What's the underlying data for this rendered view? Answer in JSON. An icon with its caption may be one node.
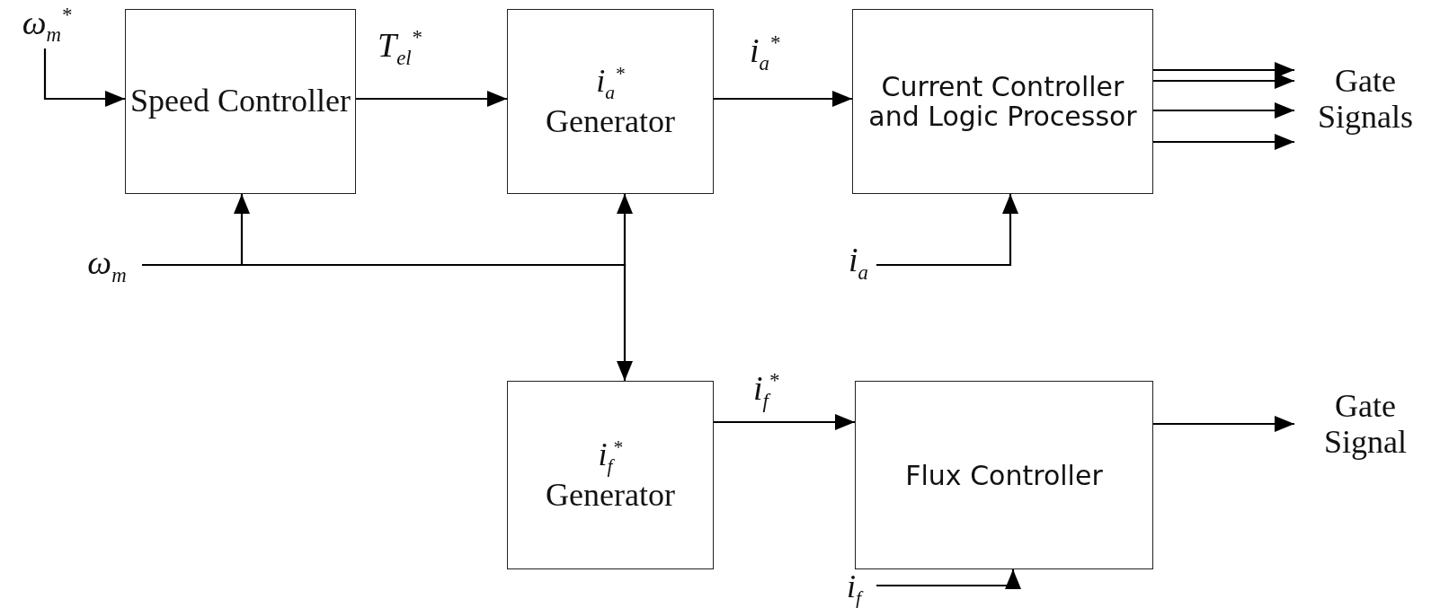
{
  "diagram": {
    "nodes": [
      {
        "text": [
          "ω$_{m}$$^{*}$"
        ]
      },
      {
        "text": [
          "Speed Controller"
        ]
      },
      {
        "text": [
          "i$_{a}$$^{*}$",
          "Generator"
        ]
      },
      {
        "text": [
          "Current Controller and Logic Processor"
        ]
      },
      {
        "text": [
          "Gate Signals"
        ]
      },
      {
        "text": [
          "ω$_{m}$"
        ]
      },
      {
        "text": [
          "i$_{a}$"
        ]
      },
      {
        "text": [
          "i$_{f}$$^{*}$",
          "Generator"
        ]
      },
      {
        "text": [
          "Flux Controller"
        ]
      },
      {
        "text": [
          "Gate Signal"
        ]
      },
      {
        "text": [
          "i$_{f}$"
        ]
      }
    ],
    "edges": [
      {
        "from": 0,
        "to": 1,
        "arrow": "to"
      },
      {
        "from": 1,
        "to": 2,
        "arrow": "to",
        "label": "T$_{el}$$^{*}$"
      },
      {
        "from": 2,
        "to": 3,
        "arrow": "to",
        "label": "i$_{a}$$^{*}$"
      },
      {
        "from": 3,
        "to": 4,
        "arrow": "to"
      },
      {
        "from": 3,
        "to": 4,
        "arrow": "to"
      },
      {
        "from": 3,
        "to": 4,
        "arrow": "to"
      },
      {
        "from": 3,
        "to": 4,
        "arrow": "to"
      },
      {
        "from": 5,
        "to": 1,
        "arrow": "to"
      },
      {
        "from": 5,
        "to": 2,
        "arrow": "to"
      },
      {
        "from": 5,
        "to": 7,
        "arrow": "to"
      },
      {
        "from": 6,
        "to": 3,
        "arrow": "to"
      },
      {
        "from": 7,
        "to": 8,
        "arrow": "to",
        "label": "i$_{f}$$^{*}$"
      },
      {
        "from": 8,
        "to": 9,
        "arrow": "to"
      },
      {
        "from": 10,
        "to": 8,
        "arrow": "to"
      }
    ]
  }
}
